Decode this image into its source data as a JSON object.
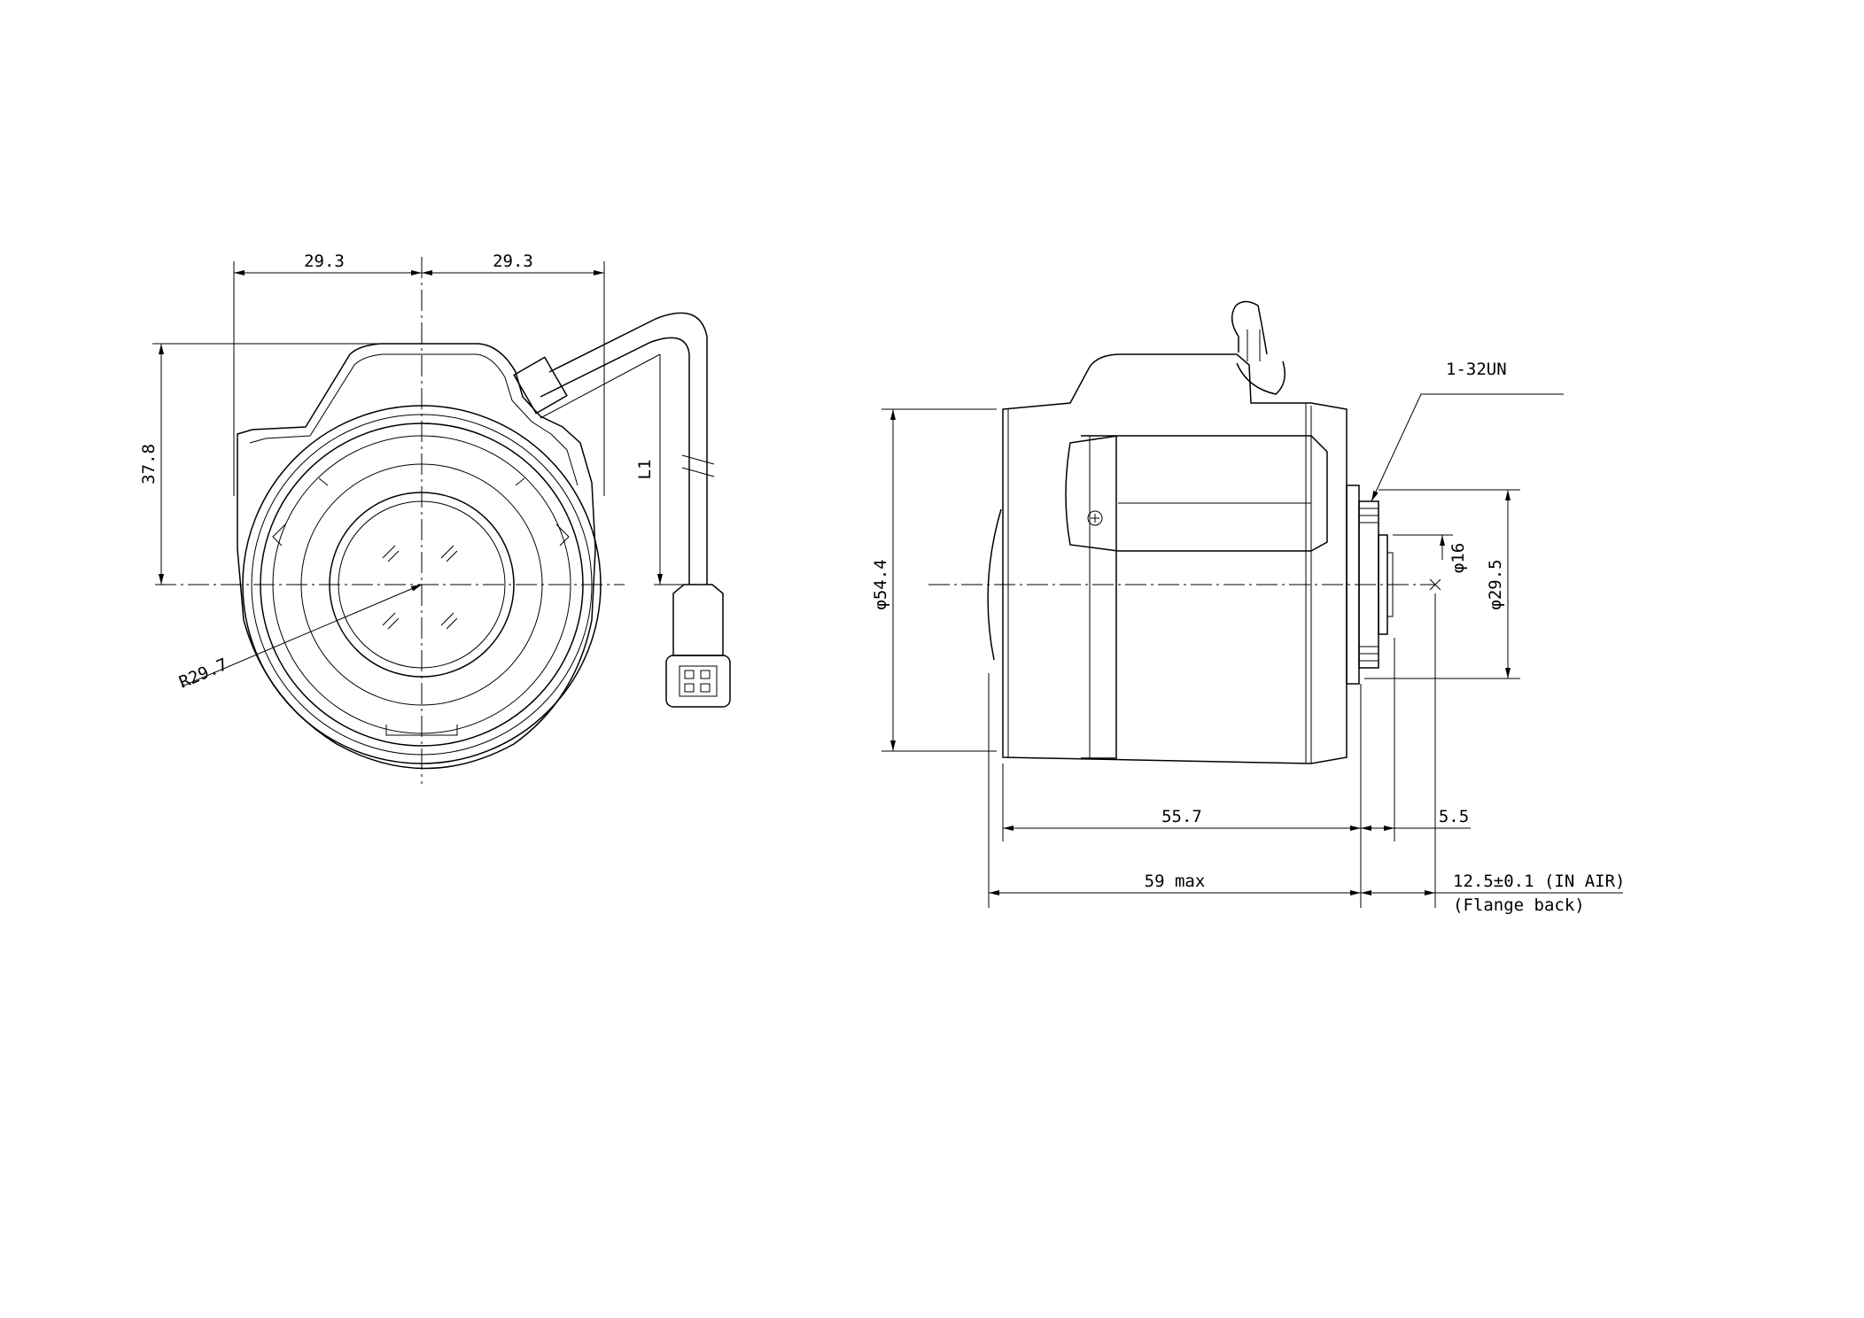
{
  "front_view": {
    "dim_left_half": "29.3",
    "dim_right_half": "29.3",
    "dim_height": "37.8",
    "dim_radius": "R29.7",
    "dim_cable": "L1"
  },
  "side_view": {
    "dim_body_diameter": "φ54.4",
    "dim_thread": "1-32UN",
    "dim_rear_diameter": "φ16",
    "dim_mount_diameter": "φ29.5",
    "dim_body_length": "55.7",
    "dim_mount_length": "5.5",
    "dim_total_length": "59 max",
    "dim_flange_back": "12.5±0.1 (IN AIR)",
    "flange_back_note": "(Flange back)"
  }
}
